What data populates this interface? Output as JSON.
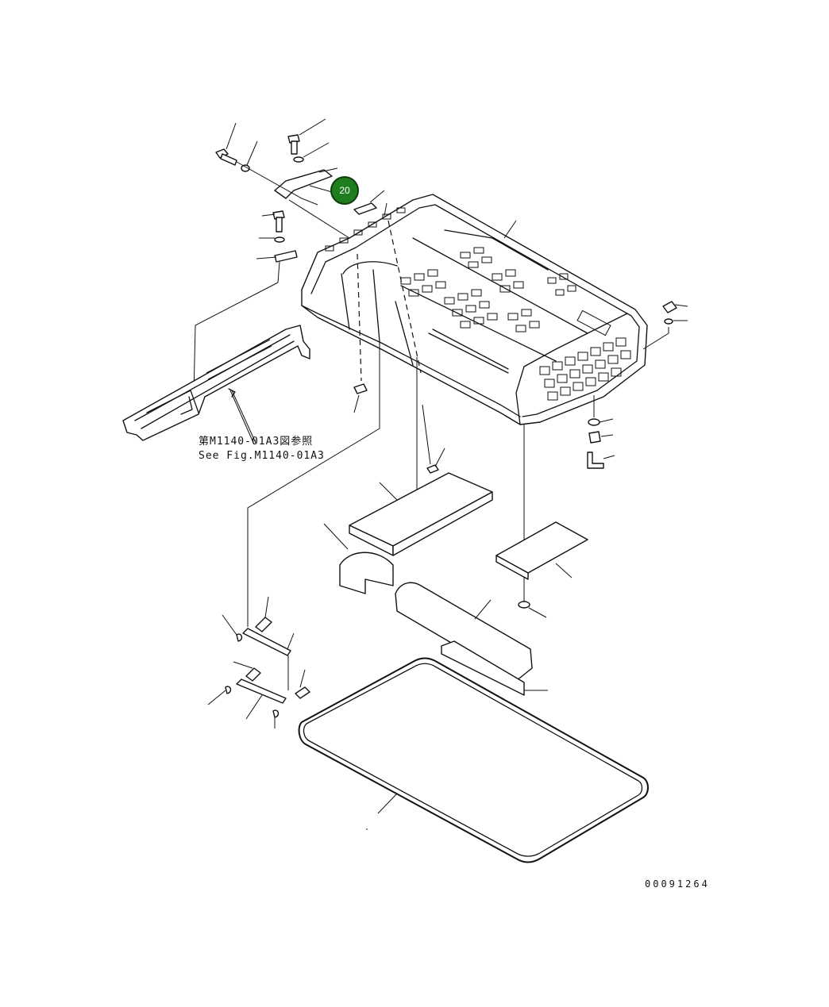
{
  "callout": {
    "number": "20",
    "color": "#1e7d1e",
    "ring": "#0d3d0d"
  },
  "reference": {
    "jp": "第M1140-01A3図参照",
    "en": "See Fig.M1140-01A3"
  },
  "drawing_code": "00091264"
}
